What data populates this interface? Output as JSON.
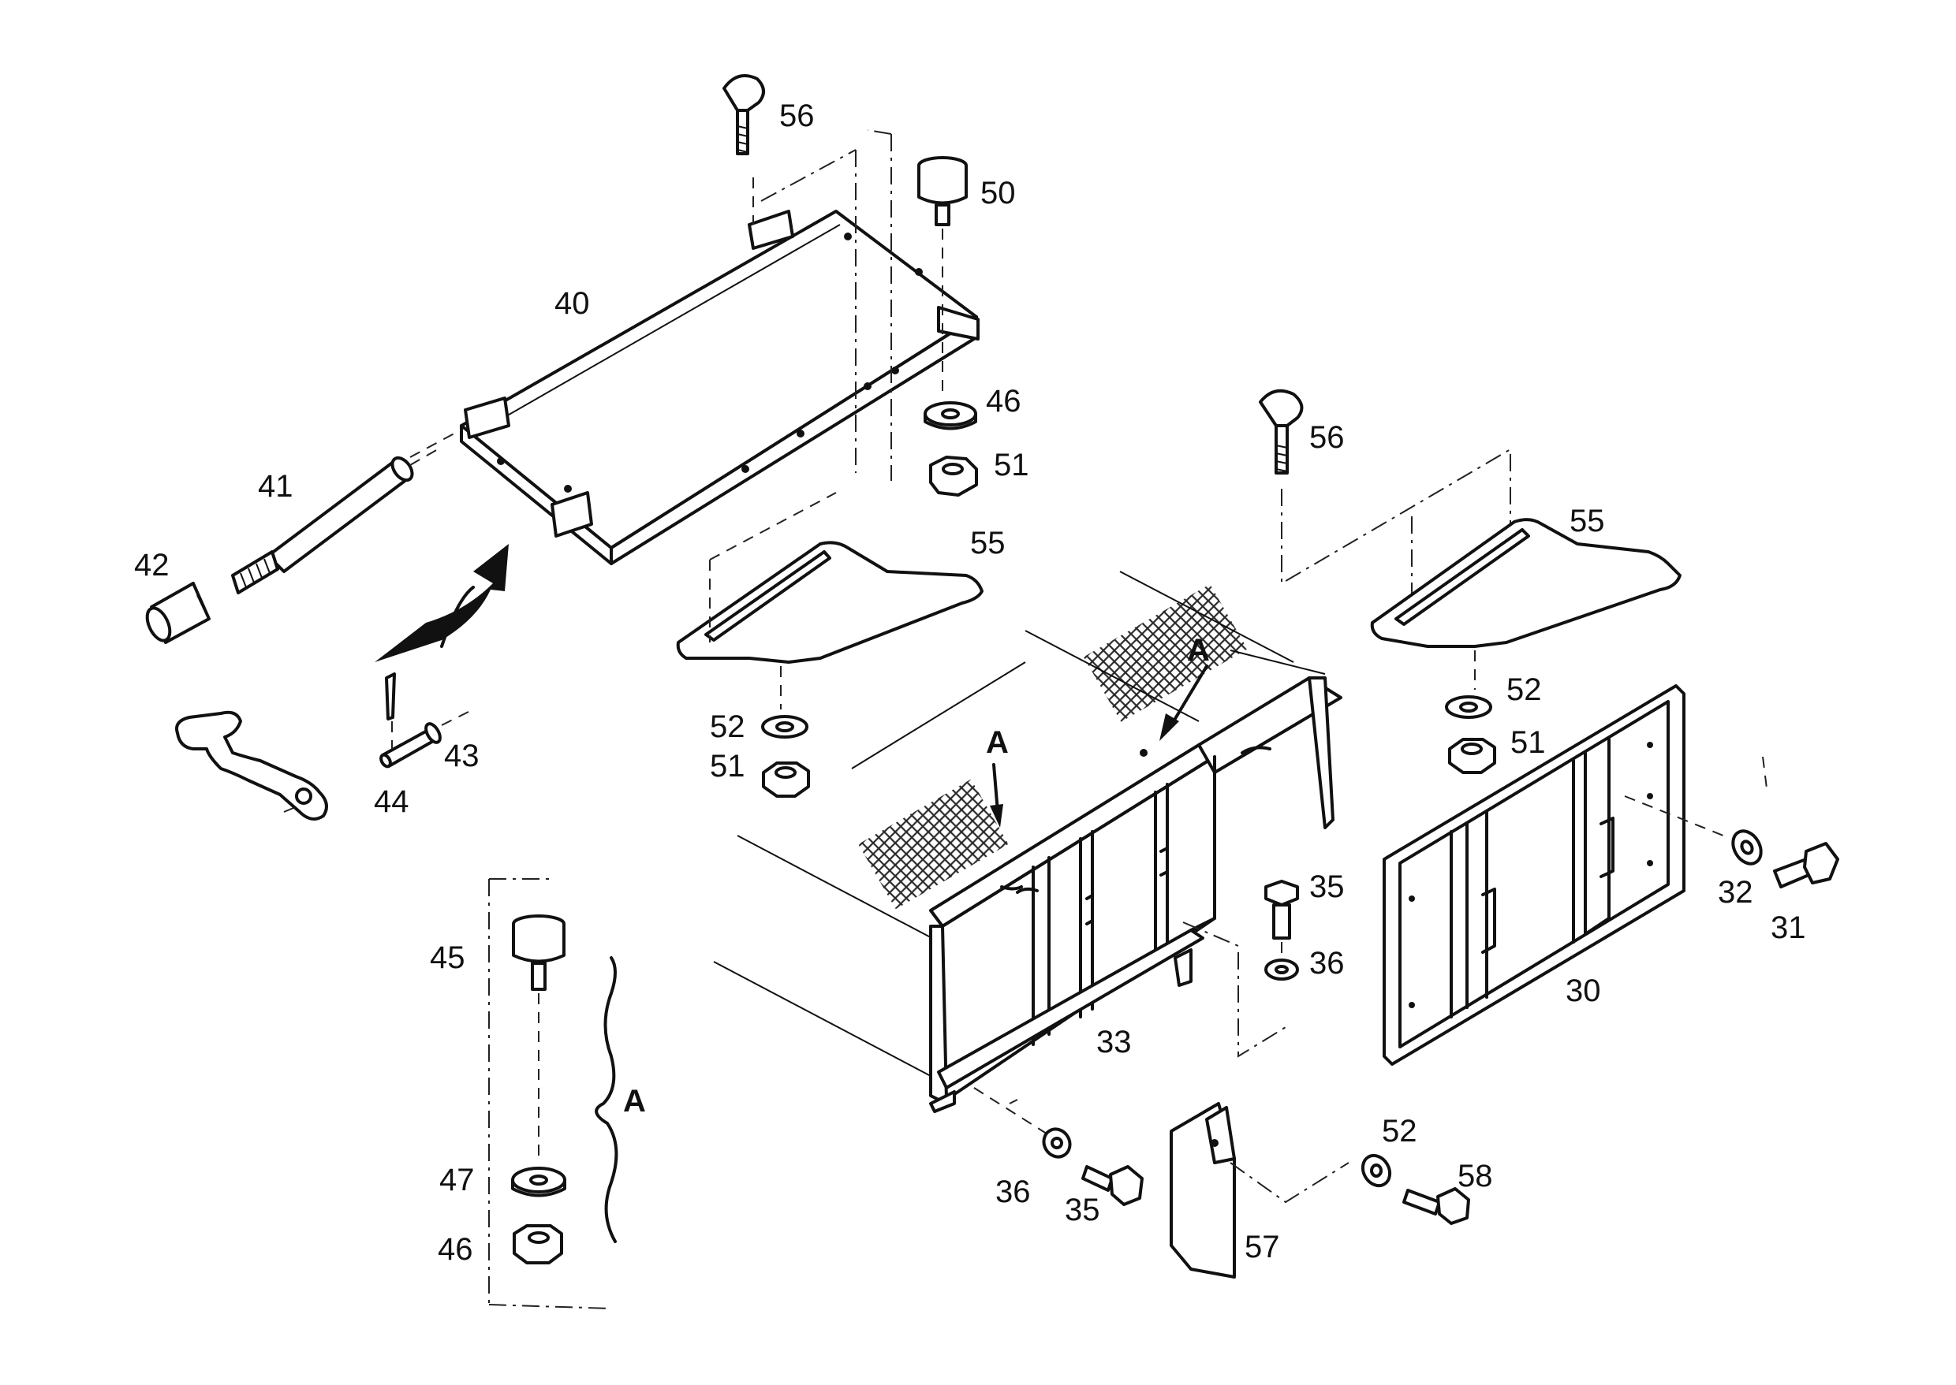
{
  "diagram": {
    "callouts": [
      "56",
      "50",
      "40",
      "46",
      "51",
      "41",
      "42",
      "55",
      "56",
      "55",
      "52",
      "51",
      "43",
      "44",
      "A",
      "A",
      "52",
      "51",
      "35",
      "36",
      "32",
      "31",
      "30",
      "33",
      "45",
      "A",
      "47",
      "46",
      "36",
      "35",
      "52",
      "58",
      "57"
    ]
  }
}
